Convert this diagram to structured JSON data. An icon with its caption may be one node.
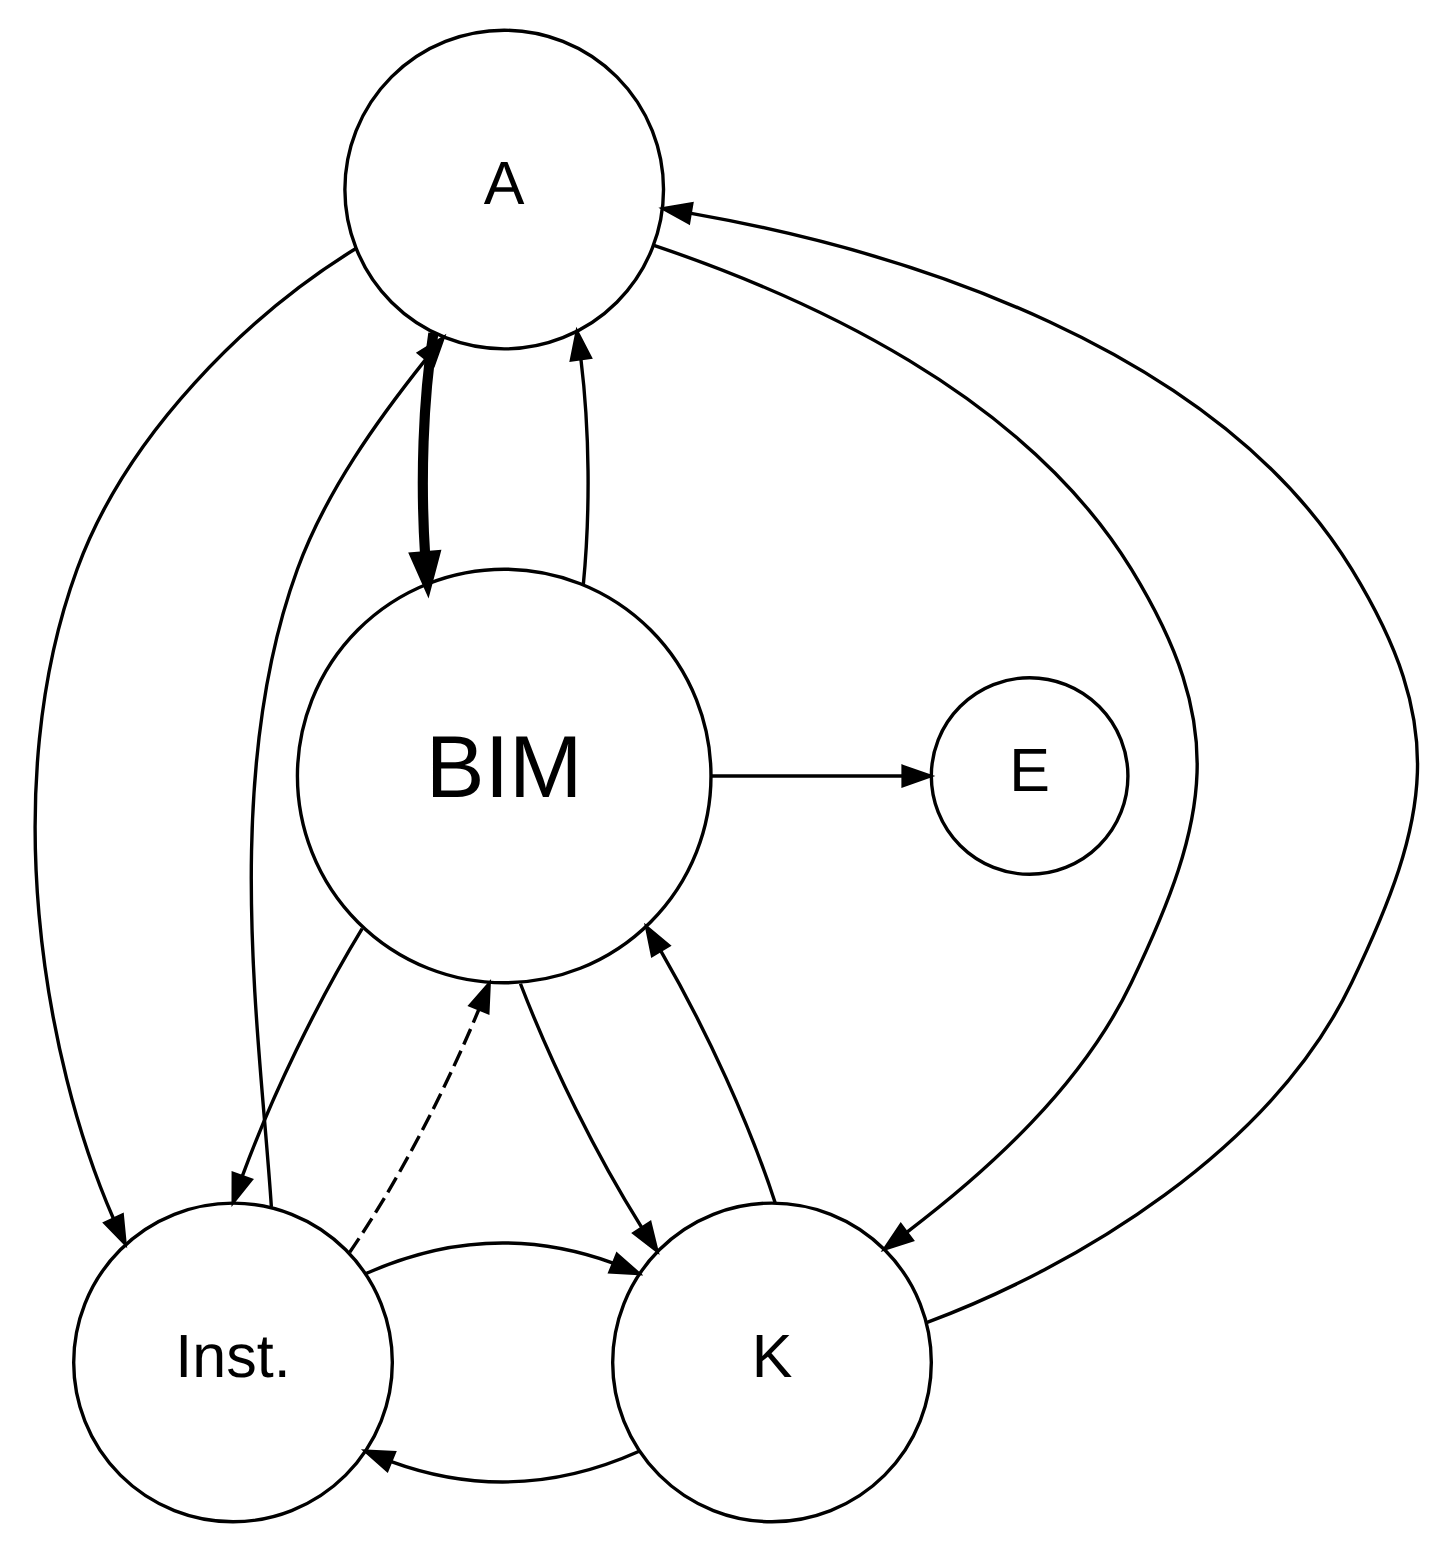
{
  "diagram": {
    "nodes": [
      {
        "text": [
          "A"
        ]
      },
      {
        "text": [
          "E"
        ]
      },
      {
        "text": [
          "BIM"
        ]
      },
      {
        "text": [
          "Inst."
        ]
      },
      {
        "text": [
          "K"
        ]
      }
    ],
    "edges": [
      {
        "from": 0,
        "to": 2,
        "arrow": "to",
        "style": "thick"
      },
      {
        "from": 2,
        "to": 0,
        "arrow": "to"
      },
      {
        "from": 2,
        "to": 1,
        "arrow": "to"
      },
      {
        "from": 3,
        "to": 2,
        "arrow": "to",
        "style": "dashed"
      },
      {
        "from": 2,
        "to": 3,
        "arrow": "to"
      },
      {
        "from": 2,
        "to": 4,
        "arrow": "to"
      },
      {
        "from": 4,
        "to": 2,
        "arrow": "to"
      },
      {
        "from": 0,
        "to": 4,
        "arrow": "to"
      },
      {
        "from": 4,
        "to": 0,
        "arrow": "to"
      },
      {
        "from": 0,
        "to": 3,
        "arrow": "to"
      },
      {
        "from": 3,
        "to": 0,
        "arrow": "to"
      },
      {
        "from": 4,
        "to": 3,
        "arrow": "to"
      },
      {
        "from": 3,
        "to": 4,
        "arrow": "to"
      }
    ]
  }
}
